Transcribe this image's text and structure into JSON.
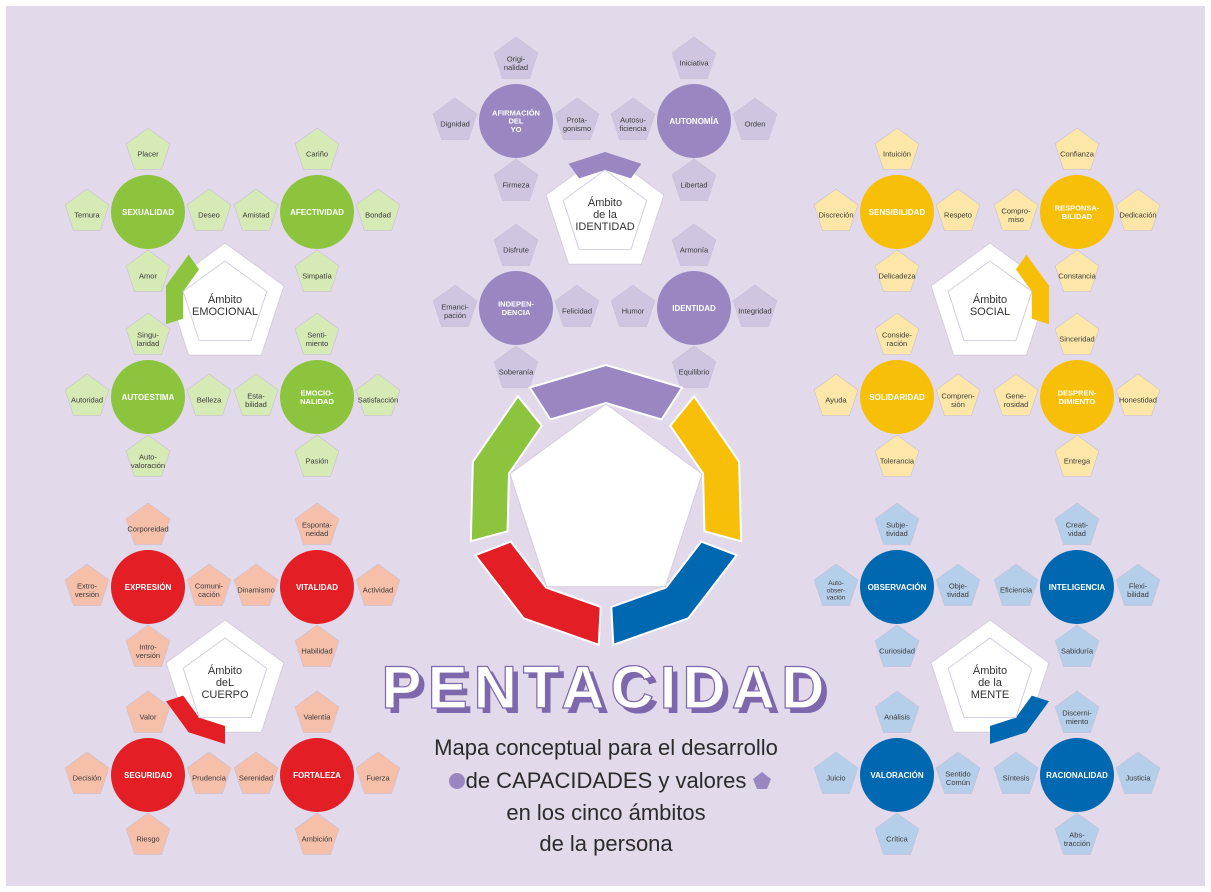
{
  "title": "PENTACIDAD",
  "subtitle_lines": [
    "Mapa conceptual para el desarrollo",
    "de CAPACIDADES y valores",
    "en los cinco ámbitos",
    "de la persona"
  ],
  "legend_icons": [
    "circle-icon",
    "pentagon-icon"
  ],
  "colors": {
    "background": "#e2daea",
    "identidad": "#9a87c2",
    "identidad_light": "#cfc5e0",
    "emocional": "#8cc43e",
    "emocional_light": "#d6eab5",
    "social": "#f7bf07",
    "social_light": "#fde7a8",
    "cuerpo": "#e31e25",
    "cuerpo_light": "#f6bfa9",
    "mente": "#0067b1",
    "mente_light": "#b5cfea"
  },
  "ambitos": [
    {
      "key": "emocional",
      "label_lines": [
        "Ámbito",
        "EMOCIONAL"
      ],
      "clusters": [
        {
          "name": "SEXUALIDAD",
          "values": [
            "Placer",
            "Deseo",
            "Amor",
            "Ternura"
          ]
        },
        {
          "name": "AFECTIVIDAD",
          "values": [
            "Cariño",
            "Bondad",
            "Simpatía",
            "Amistad"
          ]
        },
        {
          "name": "AUTOESTIMA",
          "values": [
            "Singu- laridad",
            "Belleza",
            "Auto- valoración",
            "Autoridad"
          ]
        },
        {
          "name": "EMOCIO- NALIDAD",
          "values": [
            "Senti- miento",
            "Satisfacción",
            "Pasión",
            "Esta- bilidad"
          ]
        }
      ]
    },
    {
      "key": "identidad",
      "label_lines": [
        "Ámbito",
        "de la",
        "IDENTIDAD"
      ],
      "clusters": [
        {
          "name": "AFIRMACIÓN DEL YO",
          "values": [
            "Origi- nalidad",
            "Prota- gonismo",
            "Firmeza",
            "Dignidad"
          ]
        },
        {
          "name": "AUTONOMÍA",
          "values": [
            "Iniciativa",
            "Orden",
            "Libertad",
            "Autosu- ficiencia"
          ]
        },
        {
          "name": "INDEPEN- DENCIA",
          "values": [
            "Disfrute",
            "Felicidad",
            "Soberanía",
            "Emanci- pación"
          ]
        },
        {
          "name": "IDENTIDAD",
          "values": [
            "Armonía",
            "Integridad",
            "Equilibrio",
            "Humor"
          ]
        }
      ]
    },
    {
      "key": "social",
      "label_lines": [
        "Ámbito",
        "SOCIAL"
      ],
      "clusters": [
        {
          "name": "SENSIBILIDAD",
          "values": [
            "Intuición",
            "Respeto",
            "Delicadeza",
            "Discreción"
          ]
        },
        {
          "name": "RESPONSA- BILIDAD",
          "values": [
            "Confianza",
            "Dedicación",
            "Constancia",
            "Compro- miso"
          ]
        },
        {
          "name": "SOLIDARIDAD",
          "values": [
            "Conside- ración",
            "Compren- sión",
            "Tolerancia",
            "Ayuda"
          ]
        },
        {
          "name": "DESPREN- DIMIENTO",
          "values": [
            "Sinceridad",
            "Honestidad",
            "Entrega",
            "Gene- rosidad"
          ]
        }
      ]
    },
    {
      "key": "cuerpo",
      "label_lines": [
        "Ámbito",
        "deL",
        "CUERPO"
      ],
      "clusters": [
        {
          "name": "EXPRESIÓN",
          "values": [
            "Corporeidad",
            "Comuni- cación",
            "Intro- versión",
            "Extro- versión"
          ]
        },
        {
          "name": "VITALIDAD",
          "values": [
            "Esponta- neidad",
            "Actividad",
            "Habilidad",
            "Dinamismo"
          ]
        },
        {
          "name": "SEGURIDAD",
          "values": [
            "Valor",
            "Prudencia",
            "Riesgo",
            "Decisión"
          ]
        },
        {
          "name": "FORTALEZA",
          "values": [
            "Valentía",
            "Fuerza",
            "Ambición",
            "Serenidad"
          ]
        }
      ]
    },
    {
      "key": "mente",
      "label_lines": [
        "Ámbito",
        "de la",
        "MENTE"
      ],
      "clusters": [
        {
          "name": "OBSERVACIÓN",
          "values": [
            "Subje- tividad",
            "Obje- tividad",
            "Curiosidad",
            "Auto- obser- vación"
          ]
        },
        {
          "name": "INTELIGENCIA",
          "values": [
            "Creati- vidad",
            "Flexi- bilidad",
            "Sabiduría",
            "Eficiencia"
          ]
        },
        {
          "name": "VALORACIÓN",
          "values": [
            "Análisis",
            "Sentido Común",
            "Crítica",
            "Juicio"
          ]
        },
        {
          "name": "RACIONALIDAD",
          "values": [
            "Discerni- miento",
            "Justicia",
            "Abs- tracción",
            "Síntesis"
          ]
        }
      ]
    }
  ]
}
